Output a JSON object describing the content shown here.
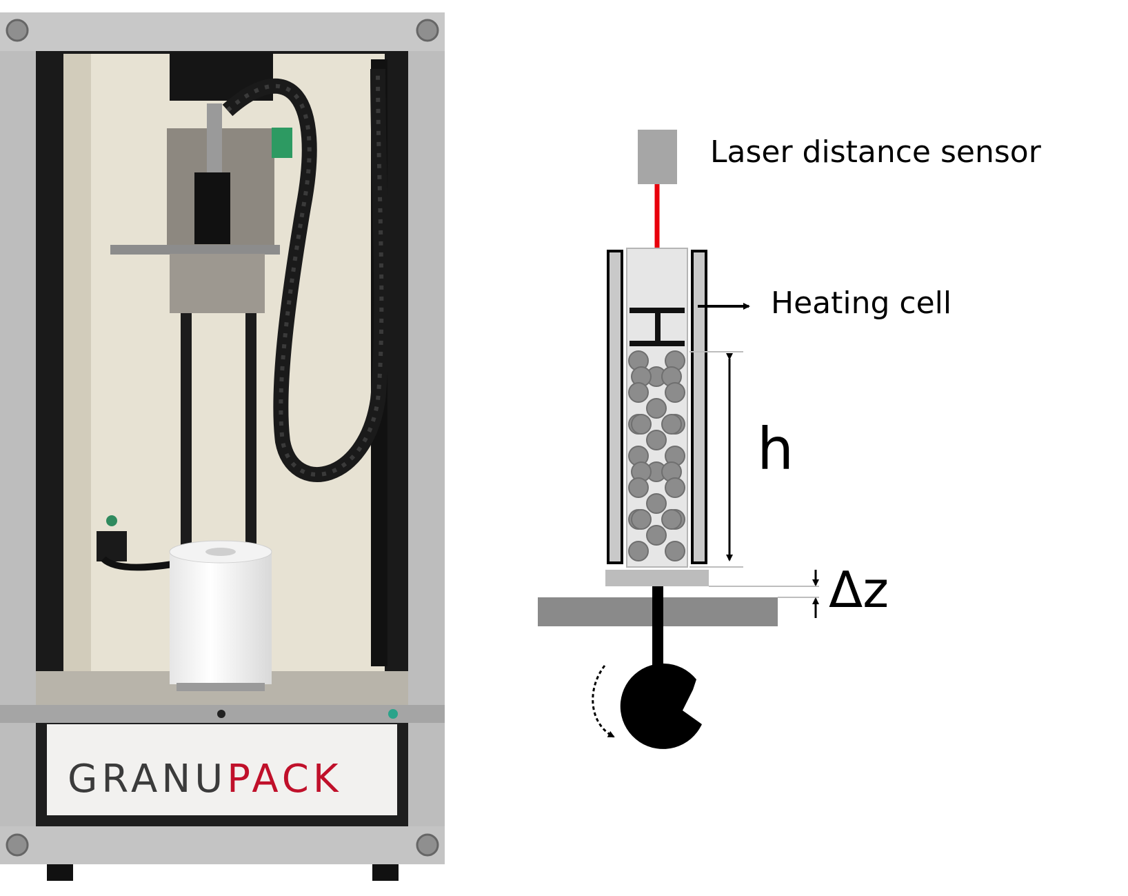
{
  "photo": {
    "brand_left": "GRANU",
    "brand_right": "PACK",
    "brand_left_color": "#3b3b3b",
    "brand_right_color": "#c0102a"
  },
  "diagram": {
    "sensor_label": "Laser distance sensor",
    "cell_label": "Heating cell",
    "height_symbol": "h",
    "tap_symbol": "Δz",
    "laser_color": "#e8000b",
    "wall_color": "#c9c9c9",
    "bead_color": "#8c8c8c",
    "base_color": "#8a8a8a"
  }
}
